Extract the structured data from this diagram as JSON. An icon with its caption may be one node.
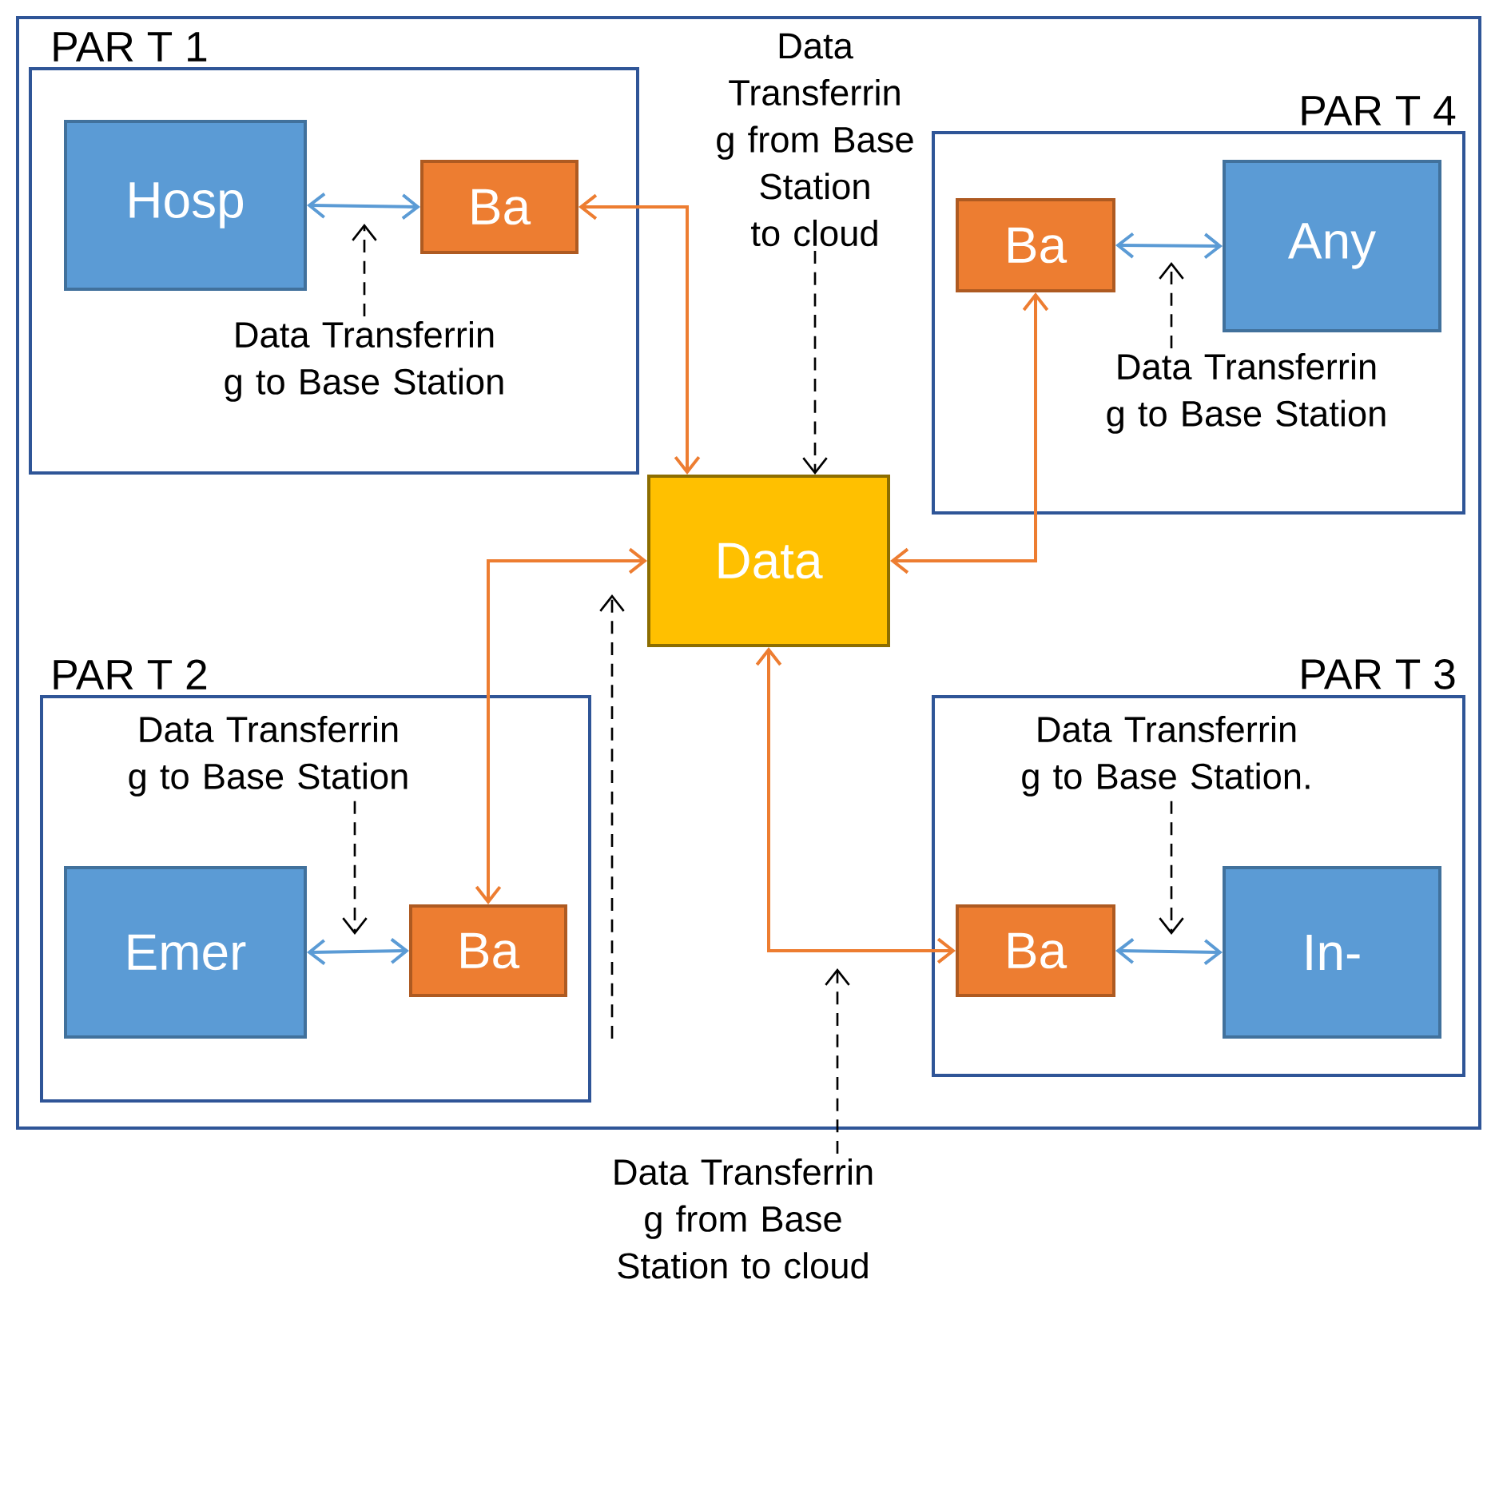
{
  "diagram": {
    "nodes": [
      {
        "text": [],
        "shape": "box"
      },
      {
        "text": [
          "PAR T 1"
        ],
        "in": 0
      },
      {
        "text": [
          "Hosp"
        ],
        "in": 1
      },
      {
        "text": [
          "Ba"
        ],
        "in": 1
      },
      {
        "text": [
          "Data"
        ],
        "in": 0
      },
      {
        "text": [
          "PAR T 4"
        ],
        "in": 0
      },
      {
        "text": [
          "Ba"
        ],
        "in": 5
      },
      {
        "text": [
          "Any"
        ],
        "in": 5
      },
      {
        "text": [
          "PAR T 2"
        ],
        "in": 0
      },
      {
        "text": [
          "Emer"
        ],
        "in": 8
      },
      {
        "text": [
          "Ba"
        ],
        "in": 8
      },
      {
        "text": [
          "PAR T 3"
        ],
        "in": 0
      },
      {
        "text": [
          "Ba"
        ],
        "in": 11
      },
      {
        "text": [
          "In-"
        ],
        "in": 11
      },
      {
        "text": [
          "Data Transferrin g from Base Station to cloud"
        ],
        "in": 0
      },
      {
        "text": [
          "Data Transferrin g to Base Station"
        ],
        "in": 1
      },
      {
        "text": [
          "Data Transferrin g to Base Station"
        ],
        "in": 5
      },
      {
        "text": [
          "Data Transferrin g to Base Station"
        ],
        "in": 8
      },
      {
        "text": [
          "Data Transferrin g to Base Station."
        ],
        "in": 11
      },
      {
        "text": [
          "Data Transferrin g from Base Station to cloud"
        ]
      }
    ],
    "edges": [
      {
        "from": 2,
        "to": 3,
        "arrow": "both",
        "color": "#5b9bd5"
      },
      {
        "from": 3,
        "to": 4,
        "arrow": "both",
        "color": "#ed7d31"
      },
      {
        "from": 6,
        "to": 7,
        "arrow": "both",
        "color": "#5b9bd5"
      },
      {
        "from": 6,
        "to": 4,
        "arrow": "both",
        "color": "#ed7d31"
      },
      {
        "from": 9,
        "to": 10,
        "arrow": "both",
        "color": "#5b9bd5"
      },
      {
        "from": 10,
        "to": 4,
        "arrow": "both",
        "color": "#ed7d31"
      },
      {
        "from": 12,
        "to": 13,
        "arrow": "both",
        "color": "#5b9bd5"
      },
      {
        "from": 12,
        "to": 4,
        "arrow": "both",
        "color": "#ed7d31"
      },
      {
        "from": 15,
        "to": null,
        "arrow": "to",
        "style": "dashed"
      },
      {
        "from": 14,
        "to": 4,
        "arrow": "to",
        "style": "dashed"
      },
      {
        "from": 16,
        "to": null,
        "arrow": "to",
        "style": "dashed"
      },
      {
        "from": 17,
        "to": null,
        "arrow": "to",
        "style": "dashed"
      },
      {
        "from": 18,
        "to": null,
        "arrow": "to",
        "style": "dashed"
      },
      {
        "from": 19,
        "to": null,
        "arrow": "to",
        "style": "dashed"
      }
    ]
  }
}
